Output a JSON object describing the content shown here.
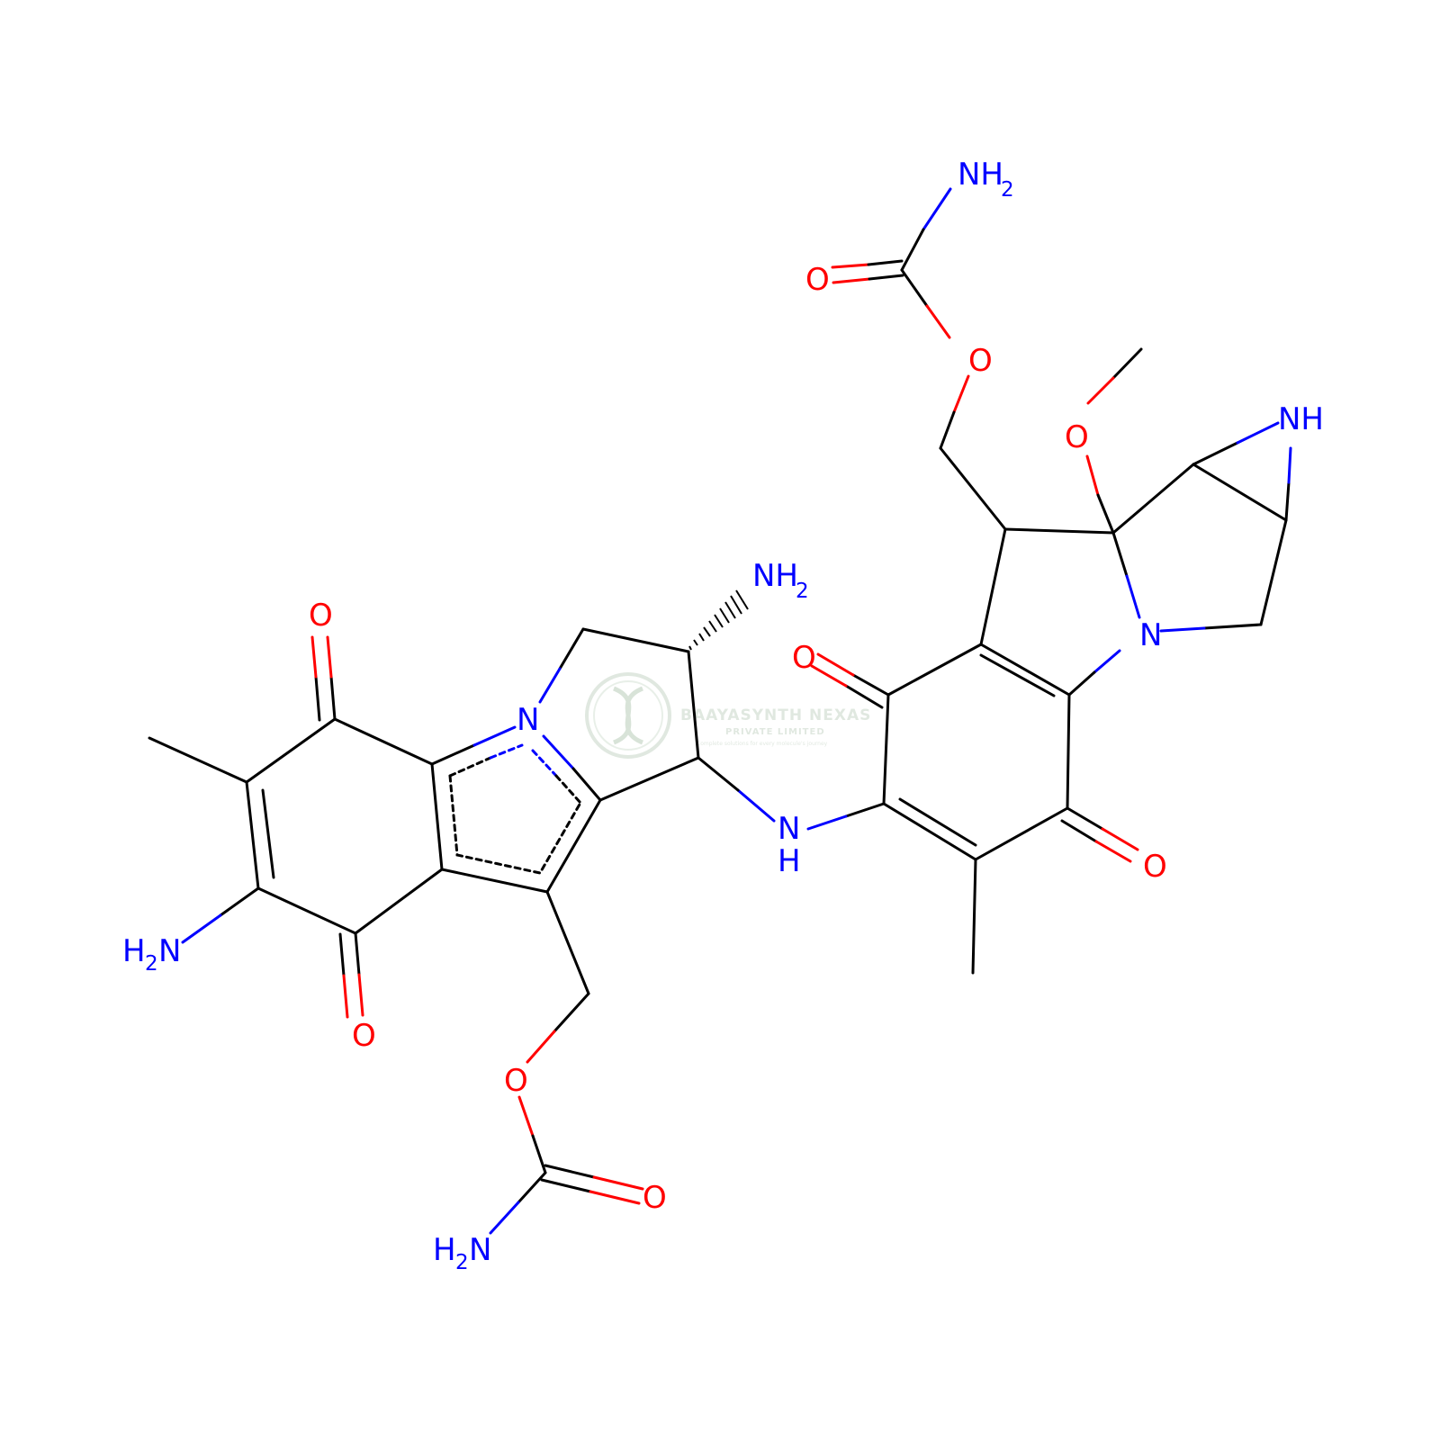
{
  "colors": {
    "carbon_bond": "#000000",
    "nitrogen": "#0000ff",
    "oxygen": "#ff0000",
    "watermark": "#c8d6c8"
  },
  "atom_labels": {
    "nh2_top": "NH",
    "nh2_top_sub": "2",
    "o_carbonyl_top": "O",
    "o_ester_top": "O",
    "o_methoxy": "O",
    "nh_aziridine": "NH",
    "nh2_stereo": "NH",
    "nh2_stereo_sub": "2",
    "o_left_top": "O",
    "o_right_ketone_top": "O",
    "n_right_ring": "N",
    "n_left_ring": "N",
    "nh_bridge": "N",
    "nh_bridge_h": "H",
    "o_right_ketone_bottom": "O",
    "h2n_left_h": "H",
    "h2n_left_sub": "2",
    "h2n_left_n": "N",
    "o_left_bottom": "O",
    "o_ester_bottom": "O",
    "o_carbonyl_bottom": "O",
    "h2n_bottom_h": "H",
    "h2n_bottom_sub": "2",
    "h2n_bottom_n": "N"
  },
  "watermark": {
    "company": "BAAYASYNTH NEXAS",
    "subtitle": "PRIVATE LIMITED",
    "tagline": "Complete solutions for every molecule's journey"
  }
}
